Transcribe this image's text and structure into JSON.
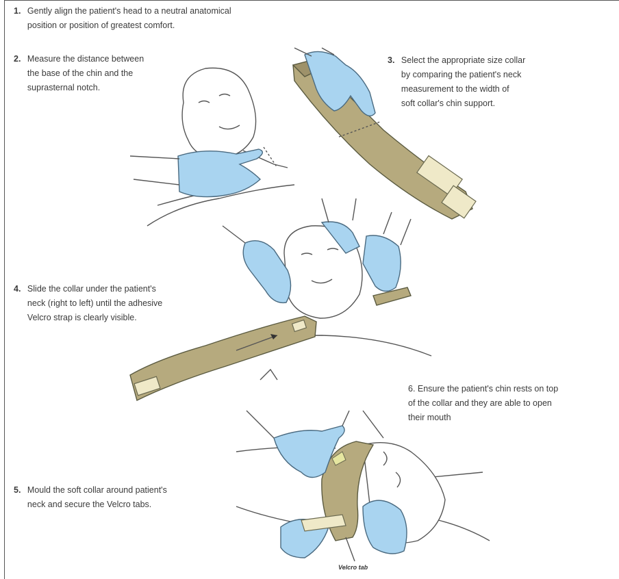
{
  "steps": [
    {
      "num": "1.",
      "text": "Gently align the patient's head to a neutral anatomical\nposition or position of greatest comfort."
    },
    {
      "num": "2.",
      "text": "Measure the distance between\nthe base of the chin and the\nsuprasternal notch."
    },
    {
      "num": "3.",
      "text": "Select the appropriate size collar\nby comparing the patient's neck\nmeasurement to the width of\nsoft collar's chin support."
    },
    {
      "num": "4.",
      "text": "Slide the collar under the patient's\nneck (right to left) until the adhesive\nVelcro strap is clearly visible."
    },
    {
      "num": "5.",
      "text": "Mould the soft collar around patient's\nneck and secure the Velcro tabs."
    },
    {
      "num": "",
      "text": "6. Ensure the patient's chin rests on top\nof the collar and they are able to open\ntheir mouth"
    }
  ],
  "velcro_label": "Velcro tab",
  "colors": {
    "glove": "#a9d4f0",
    "collar": "#b6aa7e",
    "tab": "#efe9c8"
  }
}
